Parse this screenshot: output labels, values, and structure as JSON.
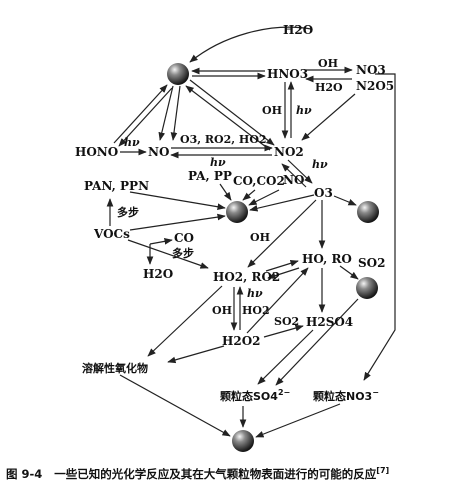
{
  "nodes": {
    "h2o_top": "H2O",
    "hno3": "HNO3",
    "oh_a": "OH",
    "h2o_b": "H2O",
    "no3": "NO3",
    "n2o5": "N2O5",
    "oh_left": "OH",
    "hv_right": "hν",
    "hono": "HONO",
    "hv_a": "hν",
    "no": "NO",
    "o3_ro2_ho2": "O3, RO2, HO2",
    "hv_b": "hν",
    "no2": "NO2",
    "hv_c": "hν",
    "pan_ppn": "PAN, PPN",
    "pa_pp": "PA, PP",
    "co_co2": "CO,CO2",
    "no_c": "NO",
    "o3": "O3",
    "bubu": "多步",
    "vocs": "VOCs",
    "co": "CO",
    "oh_mid": "OH",
    "duobu2": "多步",
    "h2o_low": "H2O",
    "ho2_ro2": "HO2, RO2",
    "ho_ro": "HO, RO",
    "so2_a": "SO2",
    "hv_d": "hν",
    "oh_low": "OH",
    "ho2_label": "HO2",
    "so2_b": "SO2",
    "h2so4": "H2SO4",
    "h2o2": "H2O2",
    "soluble_oxides": "溶解性氧化物",
    "particle_so4": "颗粒态SO4",
    "so4_charge": "2−",
    "particle_no3": "颗粒态NO3",
    "no3_charge": "−"
  },
  "caption": {
    "number": "图 9-4",
    "text": "一些已知的光化学反应及其在大气颗粒物表面进行的可能的反应",
    "ref": "[7]"
  },
  "colors": {
    "ink": "#111111",
    "particle": "#444444"
  }
}
